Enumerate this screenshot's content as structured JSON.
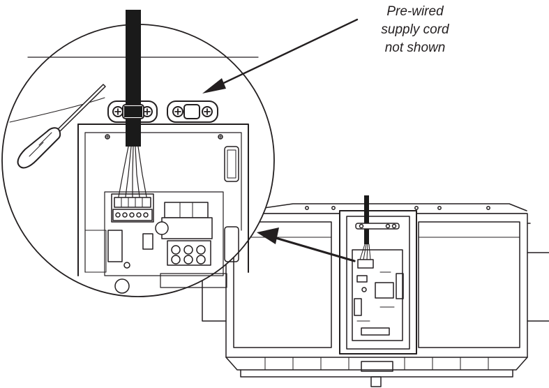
{
  "annotation": {
    "lines": [
      "Pre-wired",
      "supply cord",
      "not shown"
    ]
  },
  "colors": {
    "stroke": "#231f20",
    "background": "#ffffff",
    "cord": "#1a1a1a"
  },
  "icons": [
    "screwdriver-icon",
    "pointer-arrow-icon"
  ]
}
